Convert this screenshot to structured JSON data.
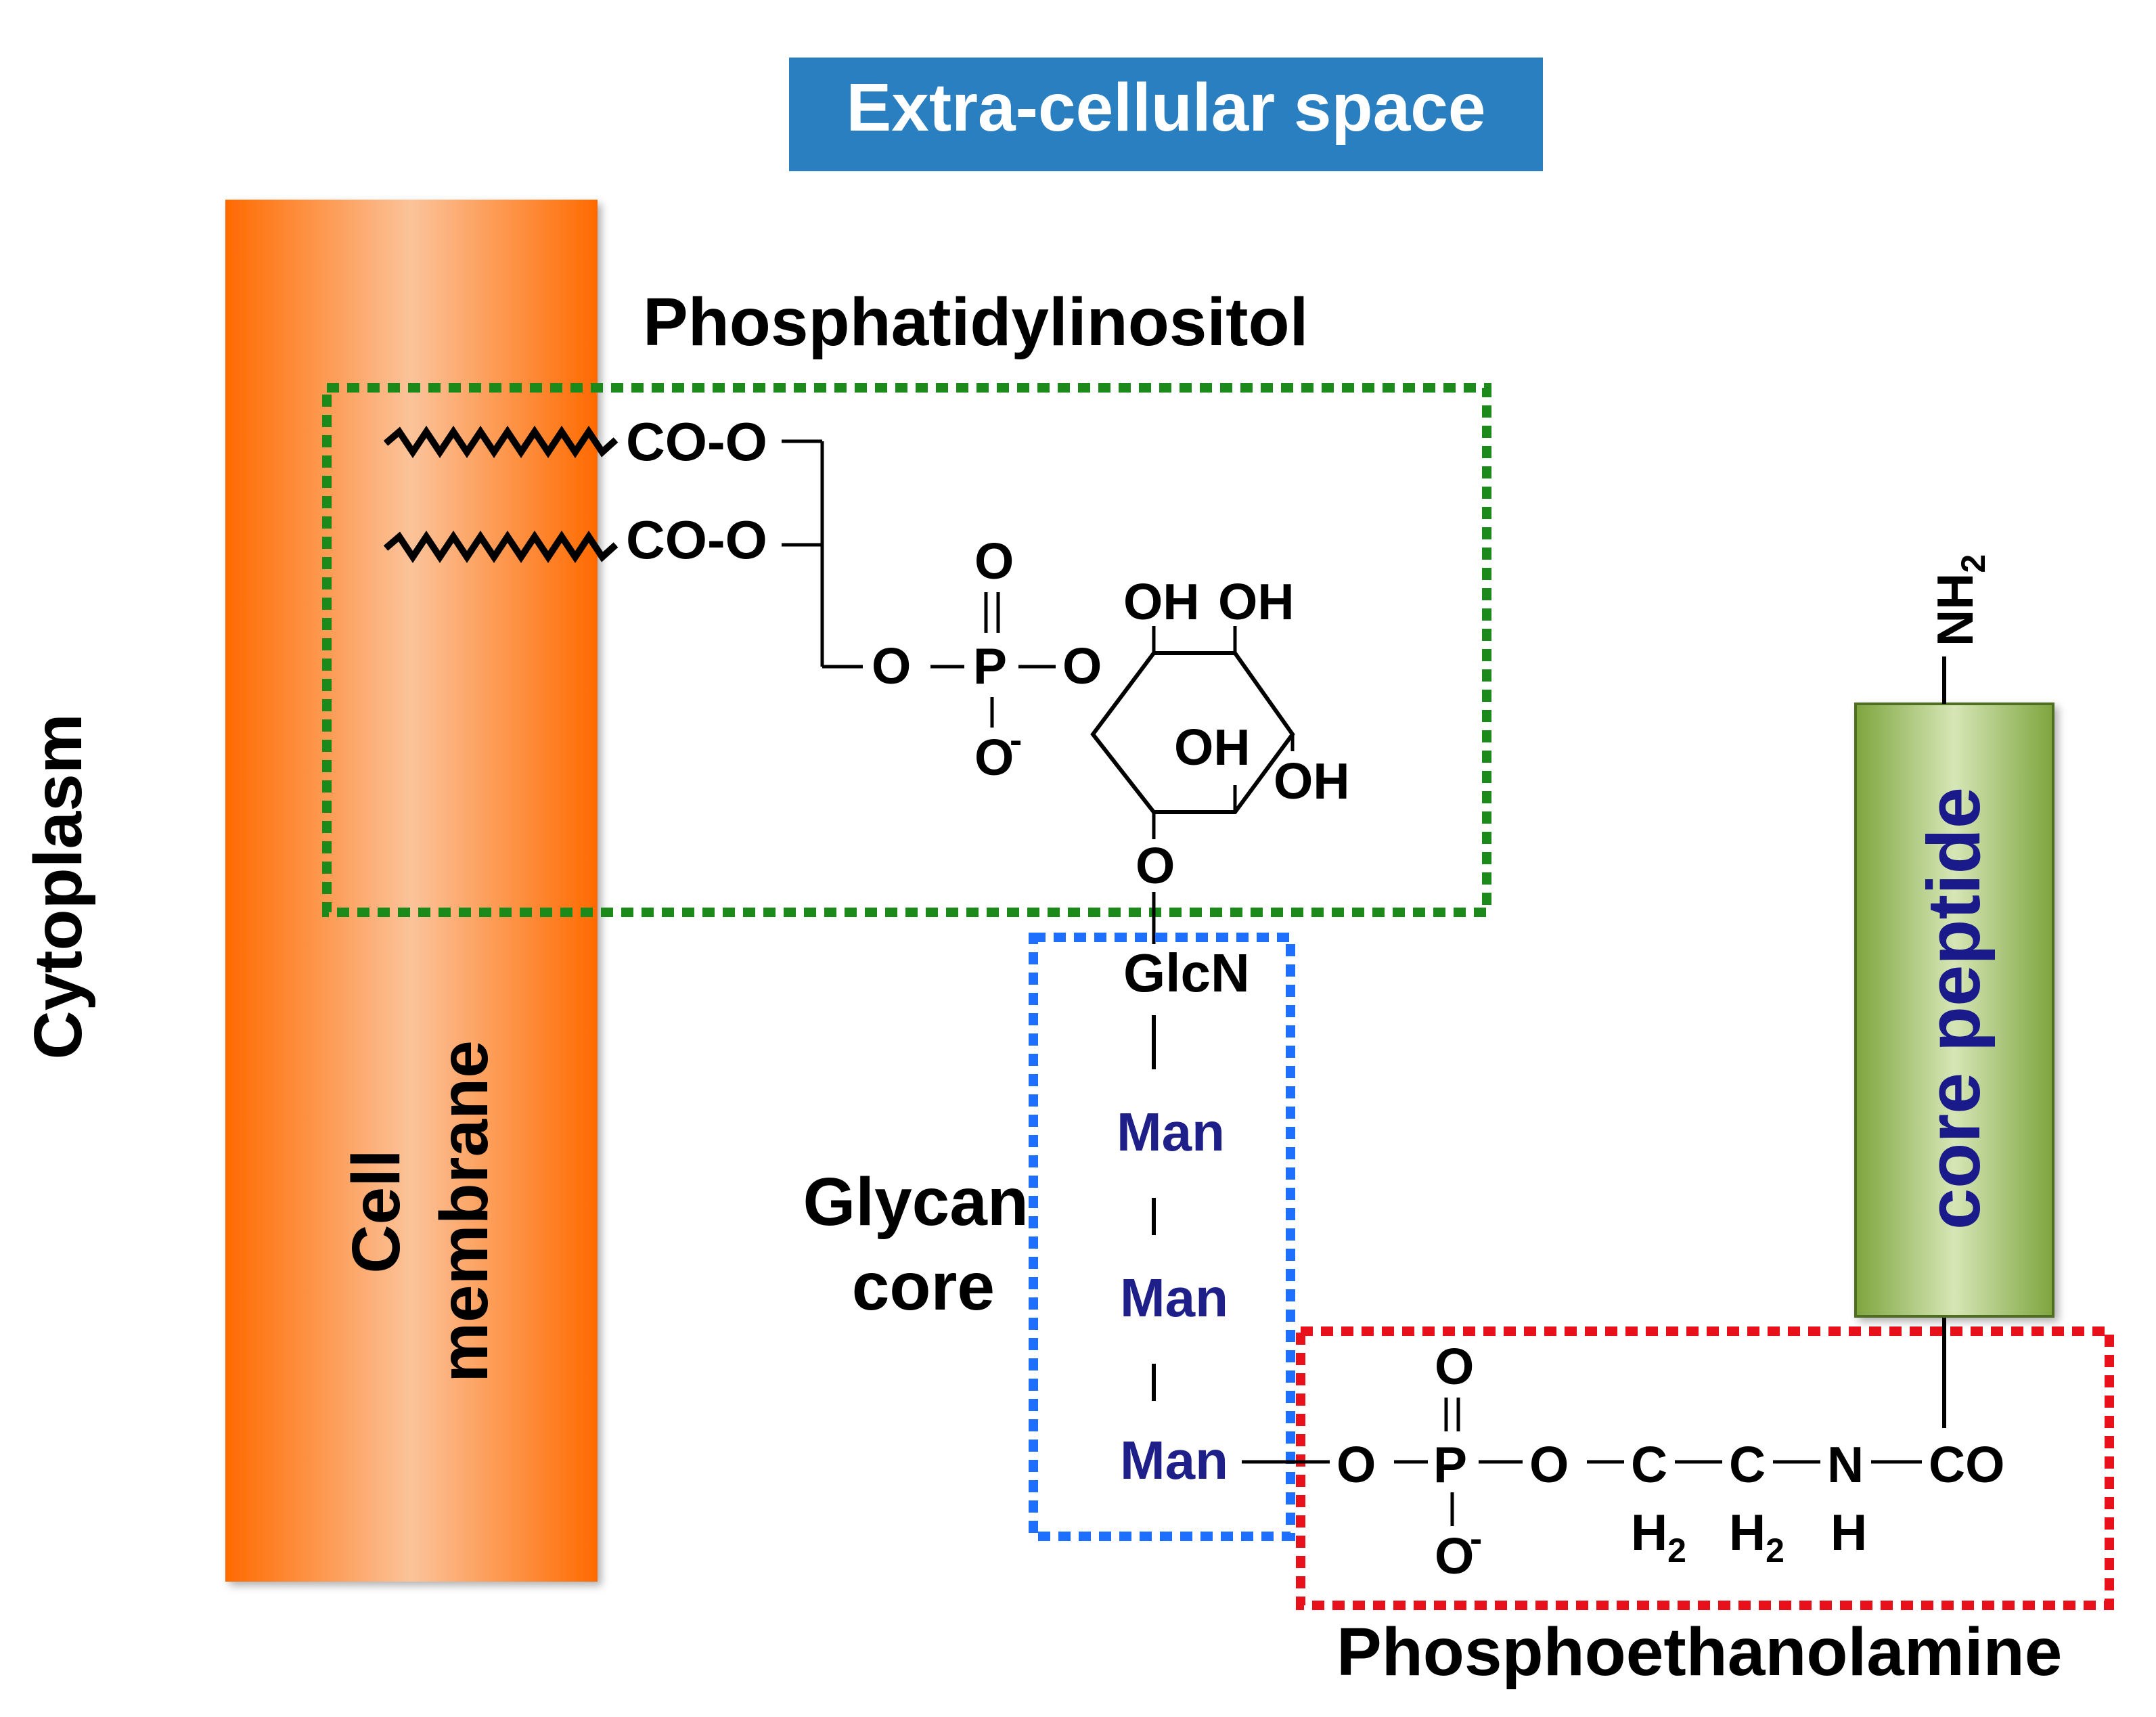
{
  "labels": {
    "extracellular": "Extra-cellular space",
    "cytoplasm": "Cytoplasm",
    "membrane_line1": "Cell",
    "membrane_line2": "membrane",
    "phosphatidylinositol": "Phosphatidylinositol",
    "glycan_line1": "Glycan",
    "glycan_line2": "core",
    "phosphoethanolamine": "Phosphoethanolamine",
    "core_peptide": "core peptide"
  },
  "pi_structure": {
    "ester1": "CO-O",
    "ester2": "CO-O",
    "phosphate_top_o": "O",
    "phosphate_left_o": "O",
    "phosphate_p": "P",
    "phosphate_right_o": "O",
    "phosphate_bottom_o": "O",
    "phosphate_charge": "-",
    "oh1": "OH",
    "oh2": "OH",
    "oh3": "OH",
    "oh4": "OH",
    "ring_o": "O"
  },
  "glycan": {
    "glcn": "GlcN",
    "man1": "Man",
    "man2": "Man",
    "man3": "Man"
  },
  "etn_structure": {
    "o_top": "O",
    "o_left": "O",
    "p": "P",
    "o_right": "O",
    "c1": "C",
    "c2": "C",
    "n": "N",
    "co": "CO",
    "o_bottom": "O",
    "charge": "-",
    "h2_1": "H",
    "h2_1_sub": "2",
    "h2_2": "H",
    "h2_2_sub": "2",
    "h": "H"
  },
  "peptide": {
    "nh": "NH",
    "nh_sub": "2"
  },
  "colors": {
    "extracellular_bg": "#2a7fc0",
    "membrane_orange": "#ff6a00",
    "membrane_light": "#fbc39a",
    "pi_box": "#1b8a1b",
    "glycan_box": "#1f6fff",
    "etn_box": "#e8101a",
    "peptide_fill": "#8db453",
    "man_text": "#1f1f8a",
    "peptide_text": "#1a1a8a"
  }
}
